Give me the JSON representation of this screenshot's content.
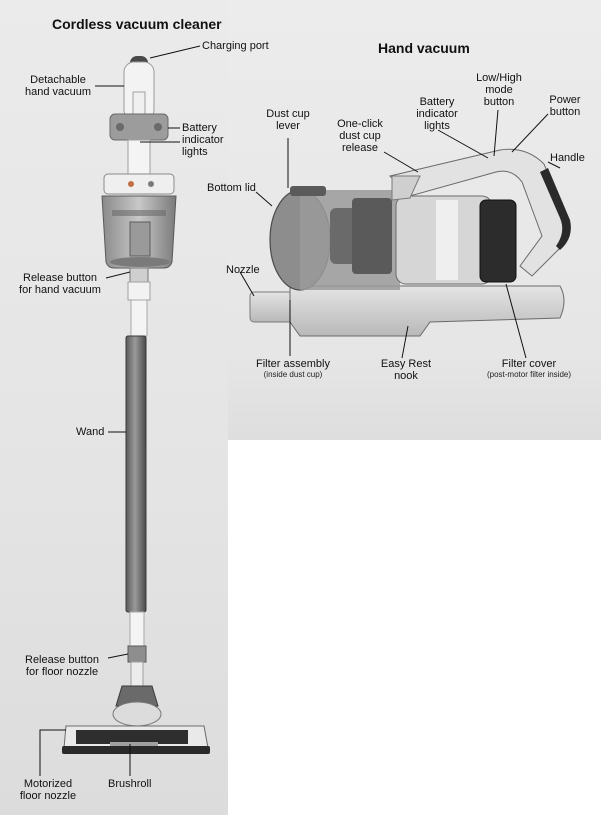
{
  "left_figure": {
    "title": "Cordless vacuum cleaner",
    "labels": {
      "charging_port": "Charging port",
      "detachable_line1": "Detachable",
      "detachable_line2": "hand vacuum",
      "battery_line1": "Battery",
      "battery_line2": "indicator",
      "battery_line3": "lights",
      "bottom_lid": "Bottom lid",
      "release_hand_line1": "Release button",
      "release_hand_line2": "for hand vacuum",
      "wand": "Wand",
      "release_floor_line1": "Release button",
      "release_floor_line2": "for floor nozzle",
      "motorized_line1": "Motorized",
      "motorized_line2": "floor nozzle",
      "brushroll": "Brushroll"
    }
  },
  "right_figure": {
    "title": "Hand vacuum",
    "labels": {
      "dust_cup_lever_line1": "Dust cup",
      "dust_cup_lever_line2": "lever",
      "one_click_line1": "One-click",
      "one_click_line2": "dust cup",
      "one_click_line3": "release",
      "battery_line1": "Battery",
      "battery_line2": "indicator",
      "battery_line3": "lights",
      "lowhigh_line1": "Low/High",
      "lowhigh_line2": "mode",
      "lowhigh_line3": "button",
      "power_line1": "Power",
      "power_line2": "button",
      "handle": "Handle",
      "nozzle": "Nozzle",
      "filter_assembly": "Filter assembly",
      "filter_assembly_note": "(inside dust cup)",
      "easy_rest_line1": "Easy Rest",
      "easy_rest_line2": "nook",
      "filter_cover": "Filter cover",
      "filter_cover_note": "(post-motor filter inside)"
    }
  }
}
